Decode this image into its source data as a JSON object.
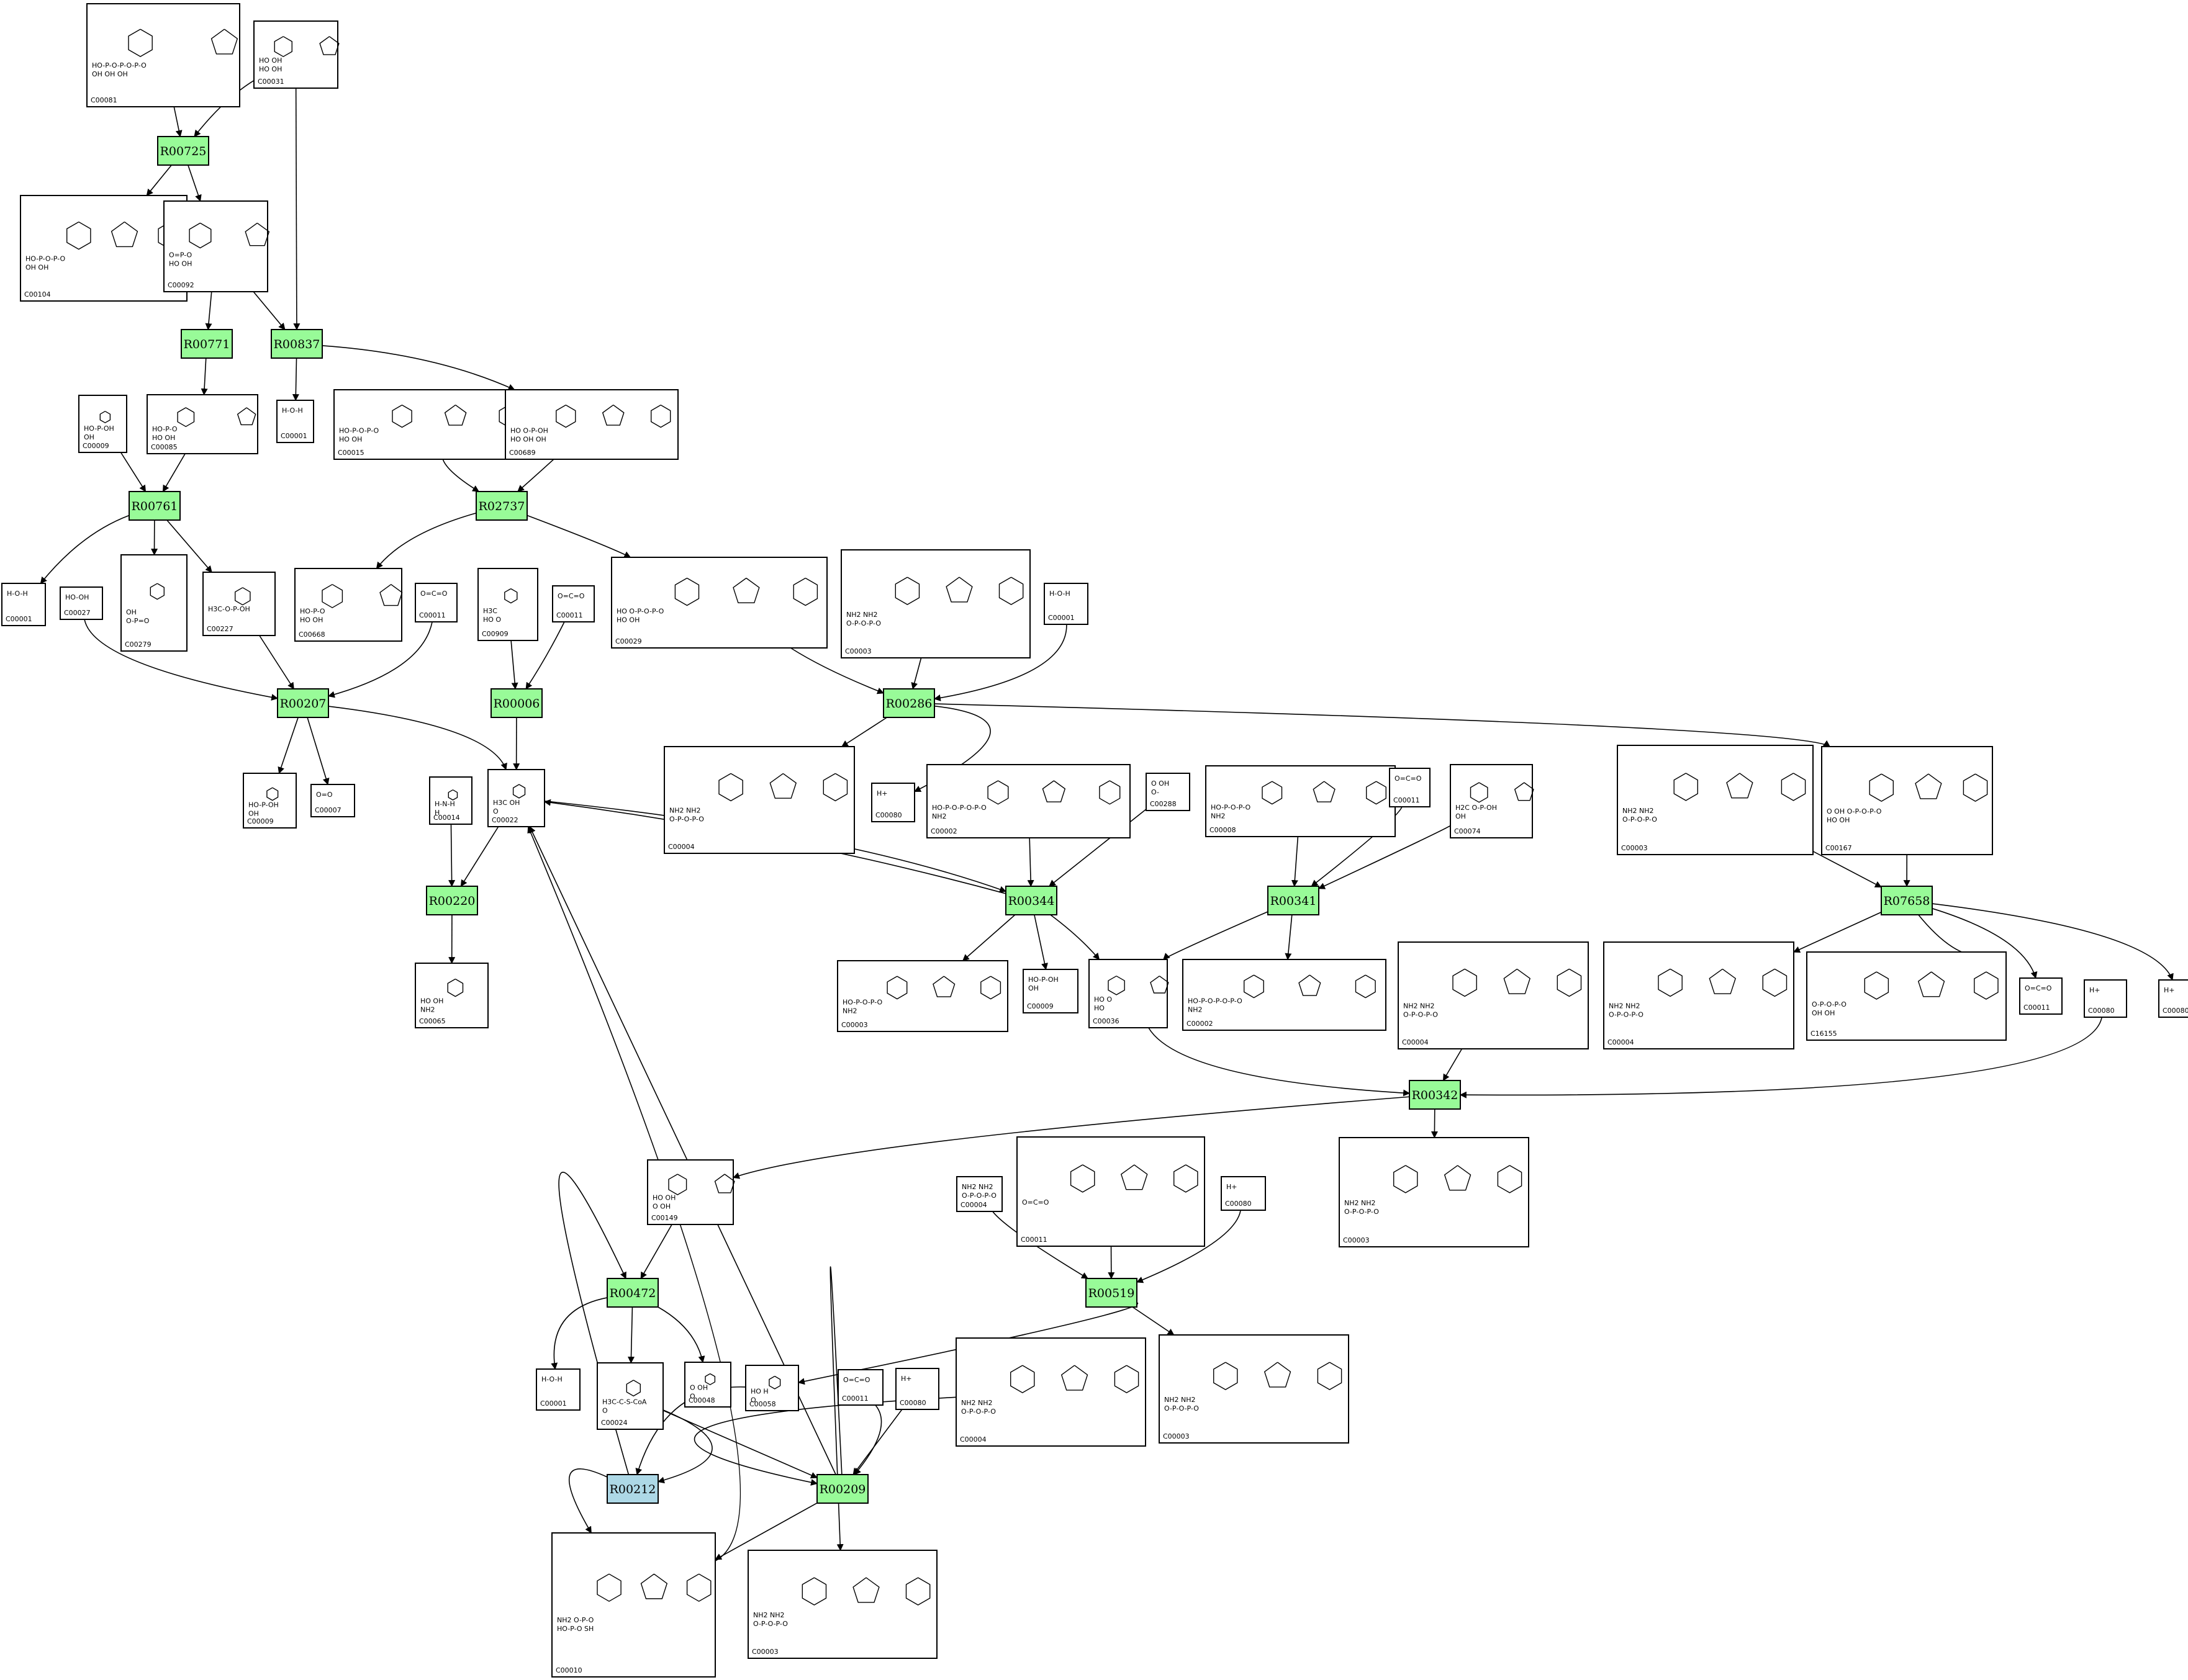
{
  "diagram": {
    "colors": {
      "reaction": "#98fb98",
      "reaction_highlight": "#add8e6"
    },
    "reactions": [
      {
        "id": "R00725",
        "color": "#98fb98"
      },
      {
        "id": "R00771",
        "color": "#98fb98"
      },
      {
        "id": "R00837",
        "color": "#98fb98"
      },
      {
        "id": "R00761",
        "color": "#98fb98"
      },
      {
        "id": "R02737",
        "color": "#98fb98"
      },
      {
        "id": "R00207",
        "color": "#98fb98"
      },
      {
        "id": "R00006",
        "color": "#98fb98"
      },
      {
        "id": "R00286",
        "color": "#98fb98"
      },
      {
        "id": "R00220",
        "color": "#98fb98"
      },
      {
        "id": "R00344",
        "color": "#98fb98"
      },
      {
        "id": "R00341",
        "color": "#98fb98"
      },
      {
        "id": "R07658",
        "color": "#98fb98"
      },
      {
        "id": "R00342",
        "color": "#98fb98"
      },
      {
        "id": "R00472",
        "color": "#98fb98"
      },
      {
        "id": "R00519",
        "color": "#98fb98"
      },
      {
        "id": "R00212",
        "color": "#add8e6"
      },
      {
        "id": "R00209",
        "color": "#98fb98"
      }
    ],
    "compounds": [
      {
        "id": "C00081",
        "formula": [
          "HO-P-O-P-O-P-O",
          "OH  OH  OH"
        ]
      },
      {
        "id": "C00031",
        "formula": [
          "HO  OH",
          "HO  OH"
        ]
      },
      {
        "id": "C00104",
        "formula": [
          "HO-P-O-P-O",
          "OH  OH"
        ]
      },
      {
        "id": "C00092",
        "formula": [
          "O=P-O",
          "HO  OH"
        ]
      },
      {
        "id": "C00009",
        "formula": [
          "HO-P-OH",
          "OH"
        ]
      },
      {
        "id": "C00085",
        "formula": [
          "HO-P-O",
          "HO  OH"
        ]
      },
      {
        "id": "C00001",
        "formula": [
          "H-O-H"
        ]
      },
      {
        "id": "C00015",
        "formula": [
          "HO-P-O-P-O",
          "HO  OH"
        ]
      },
      {
        "id": "C00689",
        "formula": [
          "HO  O-P-OH",
          "HO  OH  OH"
        ]
      },
      {
        "id": "C00001",
        "formula": [
          "H-O-H"
        ]
      },
      {
        "id": "C00027",
        "formula": [
          "HO-OH"
        ]
      },
      {
        "id": "C00279",
        "formula": [
          "OH",
          "O-P=O"
        ]
      },
      {
        "id": "C00227",
        "formula": [
          "H3C-O-P-OH"
        ]
      },
      {
        "id": "C00668",
        "formula": [
          "HO-P-O",
          "HO  OH"
        ]
      },
      {
        "id": "C00011",
        "formula": [
          "O=C=O"
        ]
      },
      {
        "id": "C00909",
        "formula": [
          "H3C",
          "HO  O"
        ]
      },
      {
        "id": "C00011",
        "formula": [
          "O=C=O"
        ]
      },
      {
        "id": "C00029",
        "formula": [
          "HO  O-P-O-P-O",
          "HO  OH"
        ]
      },
      {
        "id": "C00003",
        "formula": [
          "NH2  NH2",
          "O-P-O-P-O"
        ]
      },
      {
        "id": "C00001",
        "formula": [
          "H-O-H"
        ]
      },
      {
        "id": "C00009",
        "formula": [
          "HO-P-OH",
          "OH"
        ]
      },
      {
        "id": "C00007",
        "formula": [
          "O=O"
        ]
      },
      {
        "id": "C00014",
        "formula": [
          "H-N-H",
          "H"
        ]
      },
      {
        "id": "C00022",
        "formula": [
          "H3C  OH",
          "O"
        ]
      },
      {
        "id": "C00004",
        "formula": [
          "NH2  NH2",
          "O-P-O-P-O"
        ]
      },
      {
        "id": "C00080",
        "formula": [
          "H+"
        ]
      },
      {
        "id": "C00002",
        "formula": [
          "HO-P-O-P-O-P-O",
          "NH2"
        ]
      },
      {
        "id": "C00288",
        "formula": [
          "O  OH",
          "O-"
        ]
      },
      {
        "id": "C00008",
        "formula": [
          "HO-P-O-P-O",
          "NH2"
        ]
      },
      {
        "id": "C00011",
        "formula": [
          "O=C=O"
        ]
      },
      {
        "id": "C00074",
        "formula": [
          "H2C  O-P-OH",
          "OH"
        ]
      },
      {
        "id": "C00003",
        "formula": [
          "NH2  NH2",
          "O-P-O-P-O"
        ]
      },
      {
        "id": "C00167",
        "formula": [
          "O  OH  O-P-O-P-O",
          "HO  OH"
        ]
      },
      {
        "id": "C00065",
        "formula": [
          "HO  OH",
          "NH2"
        ]
      },
      {
        "id": "C00003",
        "formula": [
          "HO-P-O-P-O",
          "NH2"
        ]
      },
      {
        "id": "C00009",
        "formula": [
          "HO-P-OH",
          "OH"
        ]
      },
      {
        "id": "C00036",
        "formula": [
          "HO  O",
          "HO"
        ]
      },
      {
        "id": "C00002",
        "formula": [
          "HO-P-O-P-O-P-O",
          "NH2"
        ]
      },
      {
        "id": "C00004",
        "formula": [
          "NH2  NH2",
          "O-P-O-P-O"
        ]
      },
      {
        "id": "C00004",
        "formula": [
          "NH2  NH2",
          "O-P-O-P-O"
        ]
      },
      {
        "id": "C16155",
        "formula": [
          "O-P-O-P-O",
          "OH  OH"
        ]
      },
      {
        "id": "C00011",
        "formula": [
          "O=C=O"
        ]
      },
      {
        "id": "C00080",
        "formula": [
          "H+"
        ]
      },
      {
        "id": "C00080",
        "formula": [
          "H+"
        ]
      },
      {
        "id": "C00003",
        "formula": [
          "NH2  NH2",
          "O-P-O-P-O"
        ]
      },
      {
        "id": "C00149",
        "formula": [
          "HO  OH",
          "O  OH"
        ]
      },
      {
        "id": "C00004",
        "formula": [
          "NH2  NH2",
          "O-P-O-P-O"
        ]
      },
      {
        "id": "C00011",
        "formula": [
          "O=C=O"
        ]
      },
      {
        "id": "C00080",
        "formula": [
          "H+"
        ]
      },
      {
        "id": "C00001",
        "formula": [
          "H-O-H"
        ]
      },
      {
        "id": "C00024",
        "formula": [
          "H3C-C-S-CoA",
          "O"
        ]
      },
      {
        "id": "C00048",
        "formula": [
          "O  OH",
          "O"
        ]
      },
      {
        "id": "C00058",
        "formula": [
          "HO  H",
          "O"
        ]
      },
      {
        "id": "C00011",
        "formula": [
          "O=C=O"
        ]
      },
      {
        "id": "C00080",
        "formula": [
          "H+"
        ]
      },
      {
        "id": "C00004",
        "formula": [
          "NH2  NH2",
          "O-P-O-P-O"
        ]
      },
      {
        "id": "C00003",
        "formula": [
          "NH2  NH2",
          "O-P-O-P-O"
        ]
      },
      {
        "id": "C00010",
        "formula": [
          "NH2  O-P-O",
          "HO-P-O  SH"
        ]
      },
      {
        "id": "C00003",
        "formula": [
          "NH2  NH2",
          "O-P-O-P-O"
        ]
      }
    ],
    "edges": [
      {
        "from": "C00081",
        "to": "R00725"
      },
      {
        "from": "C00031",
        "to": "R00725"
      },
      {
        "from": "C00031",
        "to": "R00837"
      },
      {
        "from": "R00725",
        "to": "C00104"
      },
      {
        "from": "R00725",
        "to": "C00092"
      },
      {
        "from": "C00092",
        "to": "R00771"
      },
      {
        "from": "C00092",
        "to": "R00837"
      },
      {
        "from": "R00771",
        "to": "C00085"
      },
      {
        "from": "R00837",
        "to": "C00001"
      },
      {
        "from": "R00837",
        "to": "C00689"
      },
      {
        "from": "C00009",
        "to": "R00761"
      },
      {
        "from": "C00085",
        "to": "R00761"
      },
      {
        "from": "C00015",
        "to": "R02737"
      },
      {
        "from": "C00689",
        "to": "R02737"
      },
      {
        "from": "R00761",
        "to": "C00001"
      },
      {
        "from": "R00761",
        "to": "C00279"
      },
      {
        "from": "R00761",
        "to": "C00227"
      },
      {
        "from": "R02737",
        "to": "C00668"
      },
      {
        "from": "R02737",
        "to": "C00029"
      },
      {
        "from": "C00027",
        "to": "R00207"
      },
      {
        "from": "C00227",
        "to": "R00207"
      },
      {
        "from": "C00011",
        "to": "R00207"
      },
      {
        "from": "C00909",
        "to": "R00006"
      },
      {
        "from": "C00011",
        "to": "R00006"
      },
      {
        "from": "C00029",
        "to": "R00286"
      },
      {
        "from": "C00003",
        "to": "R00286"
      },
      {
        "from": "C00001",
        "to": "R00286"
      },
      {
        "from": "R00207",
        "to": "C00009"
      },
      {
        "from": "R00207",
        "to": "C00007"
      },
      {
        "from": "R00207",
        "to": "C00022"
      },
      {
        "from": "R00006",
        "to": "C00022"
      },
      {
        "from": "R00286",
        "to": "C00004"
      },
      {
        "from": "R00286",
        "to": "C00080"
      },
      {
        "from": "R00286",
        "to": "C00167"
      },
      {
        "from": "C00014",
        "to": "R00220"
      },
      {
        "from": "C00022",
        "to": "R00220"
      },
      {
        "from": "C00002",
        "to": "R00344"
      },
      {
        "from": "C00288",
        "to": "R00344"
      },
      {
        "from": "C00022",
        "to": "R00344"
      },
      {
        "from": "R00344",
        "to": "C00022"
      },
      {
        "from": "C00008",
        "to": "R00341"
      },
      {
        "from": "C00011",
        "to": "R00341"
      },
      {
        "from": "C00074",
        "to": "R00341"
      },
      {
        "from": "C00003",
        "to": "R07658"
      },
      {
        "from": "C00167",
        "to": "R07658"
      },
      {
        "from": "R00220",
        "to": "C00065"
      },
      {
        "from": "R00344",
        "to": "C00008"
      },
      {
        "from": "R00344",
        "to": "C00009"
      },
      {
        "from": "R00344",
        "to": "C00036"
      },
      {
        "from": "R00341",
        "to": "C00036"
      },
      {
        "from": "R00341",
        "to": "C00002"
      },
      {
        "from": "R07658",
        "to": "C00004"
      },
      {
        "from": "R07658",
        "to": "C16155"
      },
      {
        "from": "R07658",
        "to": "C00011"
      },
      {
        "from": "R07658",
        "to": "C00080"
      },
      {
        "from": "C00036",
        "to": "R00342"
      },
      {
        "from": "C00004",
        "to": "R00342"
      },
      {
        "from": "C00080",
        "to": "R00342"
      },
      {
        "from": "R00342",
        "to": "C00149"
      },
      {
        "from": "R00342",
        "to": "C00003"
      },
      {
        "from": "C00149",
        "to": "R00472"
      },
      {
        "from": "C00011",
        "to": "R00519"
      },
      {
        "from": "C00004",
        "to": "R00519"
      },
      {
        "from": "C00080",
        "to": "R00519"
      },
      {
        "from": "R00472",
        "to": "C00001"
      },
      {
        "from": "R00472",
        "to": "C00024"
      },
      {
        "from": "R00472",
        "to": "C00048"
      },
      {
        "from": "R00519",
        "to": "C00058"
      },
      {
        "from": "R00519",
        "to": "C00003"
      },
      {
        "from": "C00024",
        "to": "R00212"
      },
      {
        "from": "C00058",
        "to": "R00212"
      },
      {
        "from": "C00024",
        "to": "R00209"
      },
      {
        "from": "C00011",
        "to": "R00209"
      },
      {
        "from": "C00080",
        "to": "R00209"
      },
      {
        "from": "C00004",
        "to": "R00209"
      },
      {
        "from": "R00212",
        "to": "C00010"
      },
      {
        "from": "R00212",
        "to": "R00472"
      },
      {
        "from": "C00010",
        "to": "C00022"
      },
      {
        "from": "R00209",
        "to": "C00010"
      },
      {
        "from": "R00209",
        "to": "C00003"
      },
      {
        "from": "R00209",
        "to": "C00022"
      }
    ]
  }
}
